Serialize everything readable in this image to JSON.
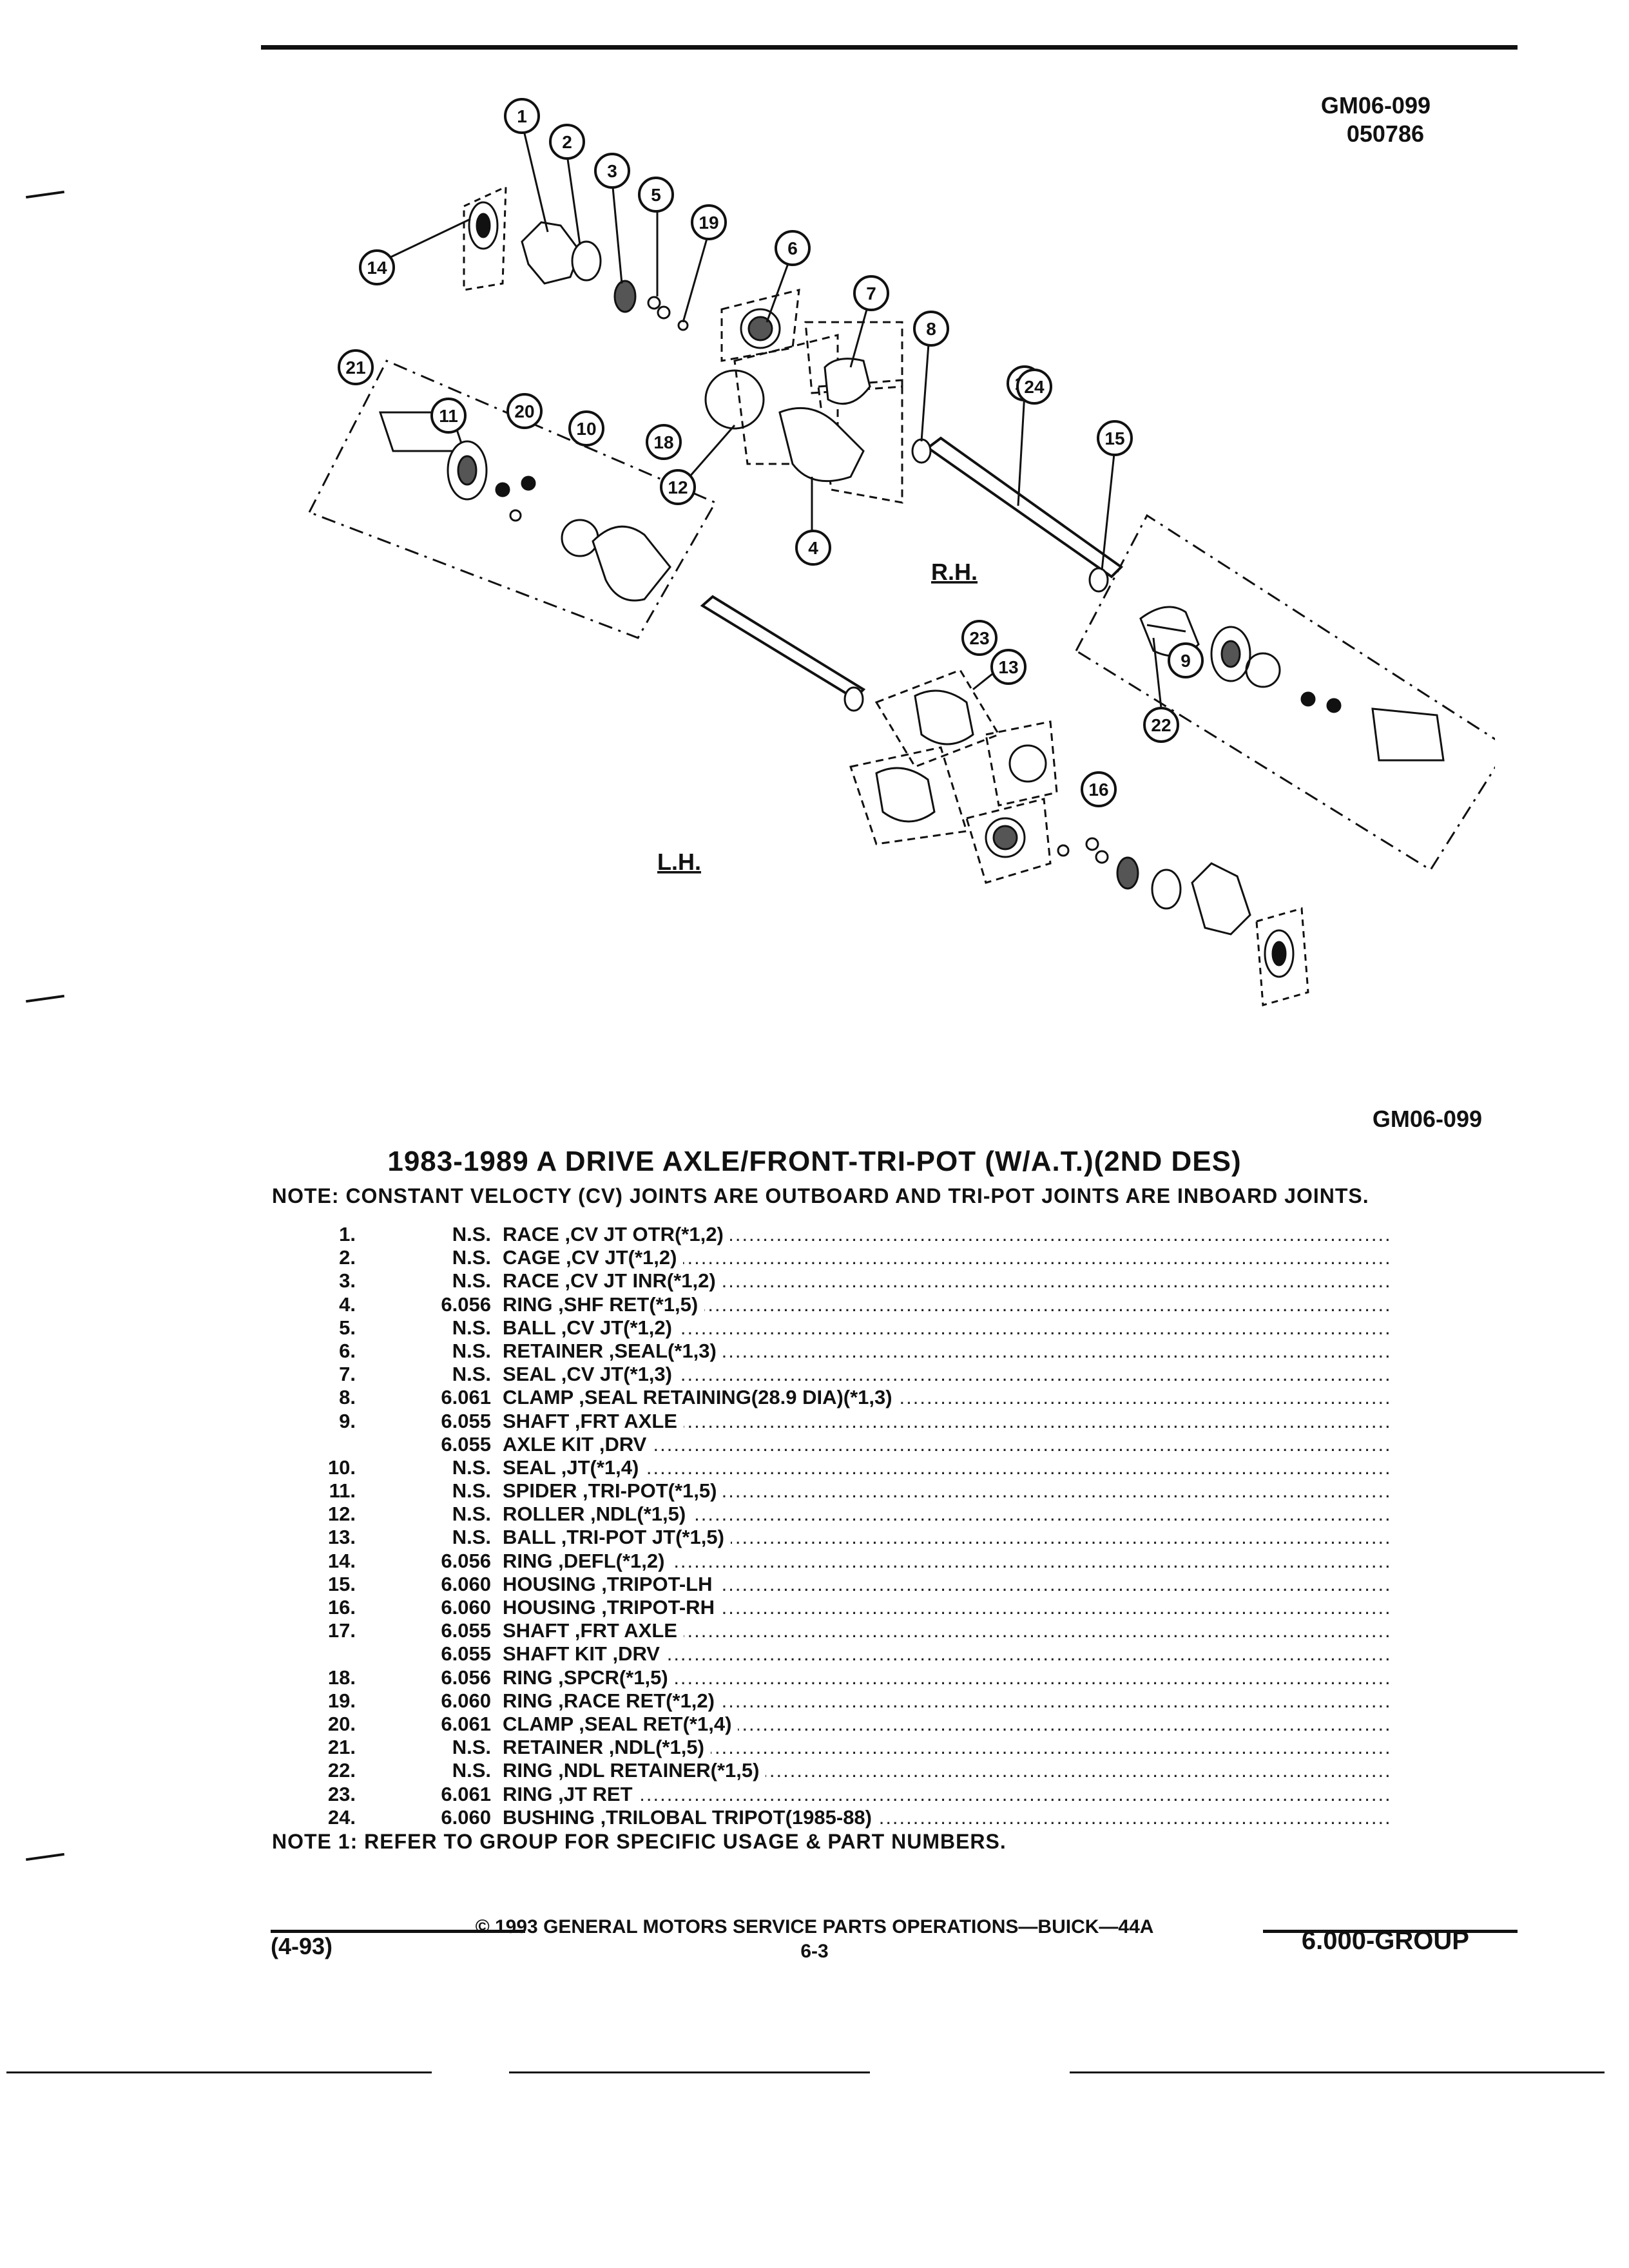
{
  "header": {
    "figure_code": "GM06-099",
    "figure_date": "050786",
    "figure_code_bottom": "GM06-099"
  },
  "diagram": {
    "callouts": [
      "1",
      "2",
      "3",
      "5",
      "19",
      "14",
      "6",
      "7",
      "8",
      "17",
      "15",
      "21",
      "4",
      "12",
      "22",
      "13",
      "24",
      "11",
      "20",
      "10",
      "18",
      "9",
      "16",
      "23"
    ],
    "labels": {
      "rh": "R.H.",
      "lh": "L.H."
    }
  },
  "title": "1983-1989 A DRIVE AXLE/FRONT-TRI-POT (W/A.T.)(2ND DES)",
  "note": "NOTE:  CONSTANT VELOCTY (CV) JOINTS ARE OUTBOARD AND TRI-POT JOINTS ARE INBOARD JOINTS.",
  "parts": [
    {
      "num": "1.",
      "grp": "N.S.",
      "desc": "RACE ,CV JT OTR(*1,2)"
    },
    {
      "num": "2.",
      "grp": "N.S.",
      "desc": "CAGE ,CV JT(*1,2)"
    },
    {
      "num": "3.",
      "grp": "N.S.",
      "desc": "RACE ,CV JT INR(*1,2)"
    },
    {
      "num": "4.",
      "grp": "6.056",
      "desc": "RING ,SHF RET(*1,5)"
    },
    {
      "num": "5.",
      "grp": "N.S.",
      "desc": "BALL ,CV JT(*1,2)"
    },
    {
      "num": "6.",
      "grp": "N.S.",
      "desc": "RETAINER ,SEAL(*1,3)"
    },
    {
      "num": "7.",
      "grp": "N.S.",
      "desc": "SEAL ,CV JT(*1,3)"
    },
    {
      "num": "8.",
      "grp": "6.061",
      "desc": "CLAMP ,SEAL RETAINING(28.9 DIA)(*1,3)"
    },
    {
      "num": "9.",
      "grp": "6.055",
      "desc": "SHAFT ,FRT AXLE"
    },
    {
      "num": "",
      "grp": "6.055",
      "desc": "AXLE KIT ,DRV"
    },
    {
      "num": "10.",
      "grp": "N.S.",
      "desc": "SEAL ,JT(*1,4)"
    },
    {
      "num": "11.",
      "grp": "N.S.",
      "desc": "SPIDER ,TRI-POT(*1,5)"
    },
    {
      "num": "12.",
      "grp": "N.S.",
      "desc": "ROLLER ,NDL(*1,5)"
    },
    {
      "num": "13.",
      "grp": "N.S.",
      "desc": "BALL ,TRI-POT JT(*1,5)"
    },
    {
      "num": "14.",
      "grp": "6.056",
      "desc": "RING ,DEFL(*1,2)"
    },
    {
      "num": "15.",
      "grp": "6.060",
      "desc": "HOUSING ,TRIPOT-LH"
    },
    {
      "num": "16.",
      "grp": "6.060",
      "desc": "HOUSING ,TRIPOT-RH"
    },
    {
      "num": "17.",
      "grp": "6.055",
      "desc": "SHAFT ,FRT AXLE"
    },
    {
      "num": "",
      "grp": "6.055",
      "desc": "SHAFT KIT ,DRV"
    },
    {
      "num": "18.",
      "grp": "6.056",
      "desc": "RING ,SPCR(*1,5)"
    },
    {
      "num": "19.",
      "grp": "6.060",
      "desc": "RING ,RACE RET(*1,2)"
    },
    {
      "num": "20.",
      "grp": "6.061",
      "desc": "CLAMP ,SEAL RET(*1,4)"
    },
    {
      "num": "21.",
      "grp": "N.S.",
      "desc": "RETAINER ,NDL(*1,5)"
    },
    {
      "num": "22.",
      "grp": "N.S.",
      "desc": "RING ,NDL RETAINER(*1,5)"
    },
    {
      "num": "23.",
      "grp": "6.061",
      "desc": "RING ,JT RET"
    },
    {
      "num": "24.",
      "grp": "6.060",
      "desc": "BUSHING ,TRILOBAL TRIPOT(1985-88)"
    }
  ],
  "note1": "NOTE  1:  REFER TO GROUP FOR SPECIFIC USAGE & PART NUMBERS.",
  "footer": {
    "copyright": "©  1993  GENERAL MOTORS SERVICE PARTS OPERATIONS—BUICK—44A",
    "page": "6-3",
    "date": "(4-93)",
    "group": "6.000-GROUP"
  }
}
